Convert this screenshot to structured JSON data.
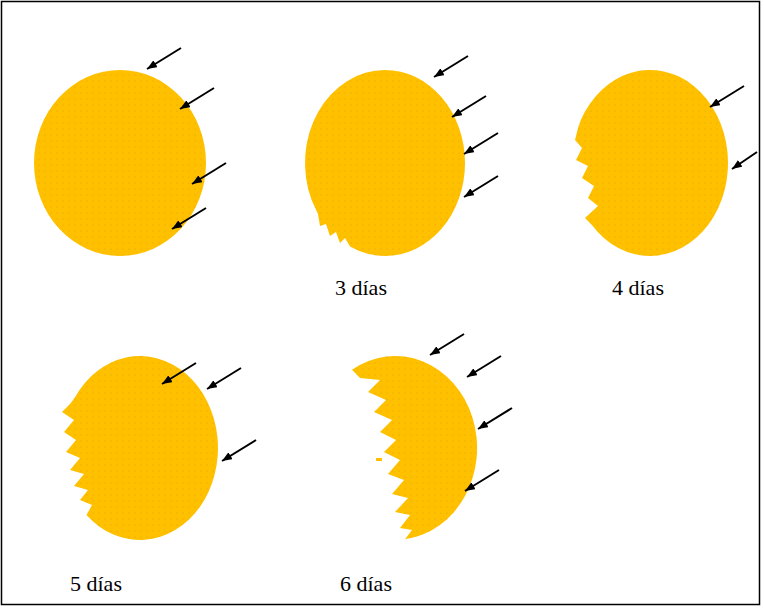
{
  "diagram": {
    "labels": [
      "3 días",
      "4 días",
      "5 días",
      "6 días"
    ]
  }
}
